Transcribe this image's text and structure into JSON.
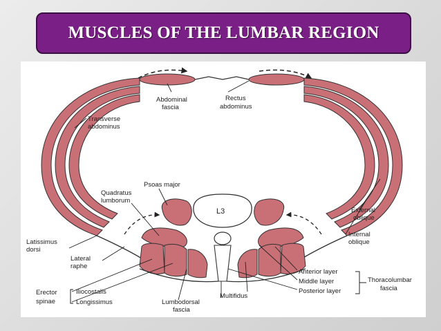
{
  "title": "MUSCLES OF THE LUMBAR REGION",
  "colors": {
    "title_bg": "#7a1f86",
    "muscle": "#c96f76",
    "muscle_dark": "#a9565e",
    "fascia": "#f4f4f4",
    "outline": "#333333"
  },
  "labels": {
    "abdominal_fascia_1": "Abdominal",
    "abdominal_fascia_2": "fascia",
    "rectus_1": "Rectus",
    "rectus_2": "abdominus",
    "transverse_1": "Transverse",
    "transverse_2": "abdominus",
    "psoas": "Psoas major",
    "quadratus_1": "Quadratus",
    "quadratus_2": "lumborum",
    "l3": "L3",
    "external_1": "External",
    "external_2": "oblique",
    "internal_1": "Internal",
    "internal_2": "oblique",
    "latissimus_1": "Latissimus",
    "latissimus_2": "dorsi",
    "lateral_1": "Lateral",
    "lateral_2": "raphe",
    "anterior": "Anterior layer",
    "middle": "Middle layer",
    "posterior": "Posterior layer",
    "thoracolumbar_1": "Thoracolumbar",
    "thoracolumbar_2": "fascia",
    "erector_1": "Erector",
    "erector_2": "spinae",
    "iliocostalis": "Iliocostalis",
    "longissimus": "Longissimus",
    "lumbodorsal_1": "Lumbodorsal",
    "lumbodorsal_2": "fascia",
    "multifidus": "Multifidus"
  }
}
